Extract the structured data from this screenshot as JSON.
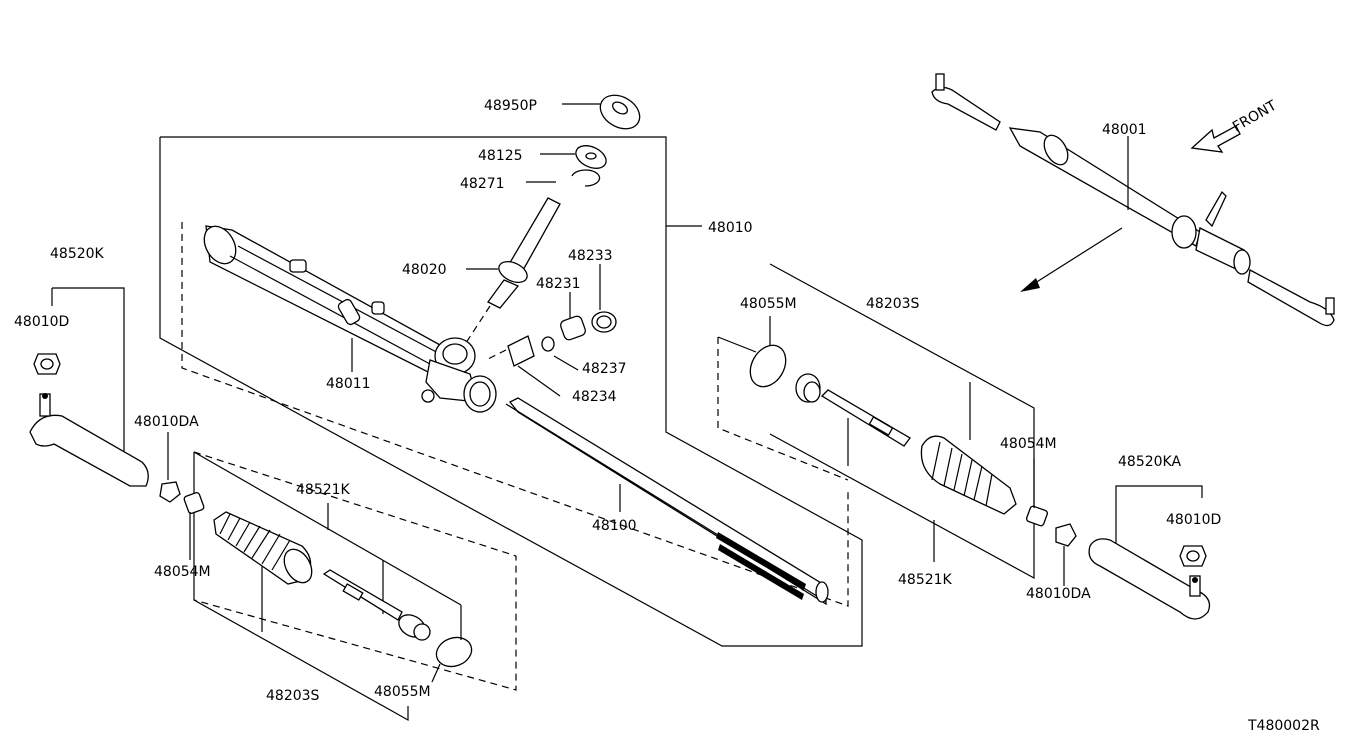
{
  "diagram_code": "T480002R",
  "direction_label": "FRONT",
  "labels": {
    "p48950P": "48950P",
    "p48125": "48125",
    "p48271": "48271",
    "p48010": "48010",
    "p48020": "48020",
    "p48233": "48233",
    "p48231": "48231",
    "p48237": "48237",
    "p48234": "48234",
    "p48011": "48011",
    "p48100": "48100",
    "p48001": "48001",
    "p48520K": "48520K",
    "p48010D_left": "48010D",
    "p48010DA_left": "48010DA",
    "p48054M_left": "48054M",
    "p48521K_left": "48521K",
    "p48203S_left": "48203S",
    "p48055M_left": "48055M",
    "p48055M_right": "48055M",
    "p48203S_right": "48203S",
    "p48054M_right": "48054M",
    "p48521K_right": "48521K",
    "p48010DA_right": "48010DA",
    "p48520KA": "48520KA",
    "p48010D_right": "48010D"
  }
}
